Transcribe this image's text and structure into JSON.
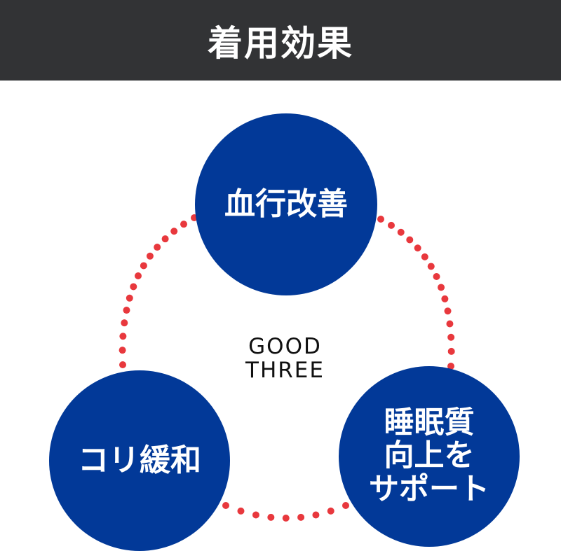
{
  "header": {
    "title": "着用効果"
  },
  "circles": {
    "top": "血行改善",
    "left": "コリ緩和",
    "right_lines": [
      "睡眠質",
      "向上を",
      "サポート"
    ]
  },
  "logo": {
    "line1": "GOOD",
    "line2": "THREE"
  },
  "colors": {
    "header": "#323335",
    "circle": "#023998",
    "dots": "#e8383d"
  }
}
